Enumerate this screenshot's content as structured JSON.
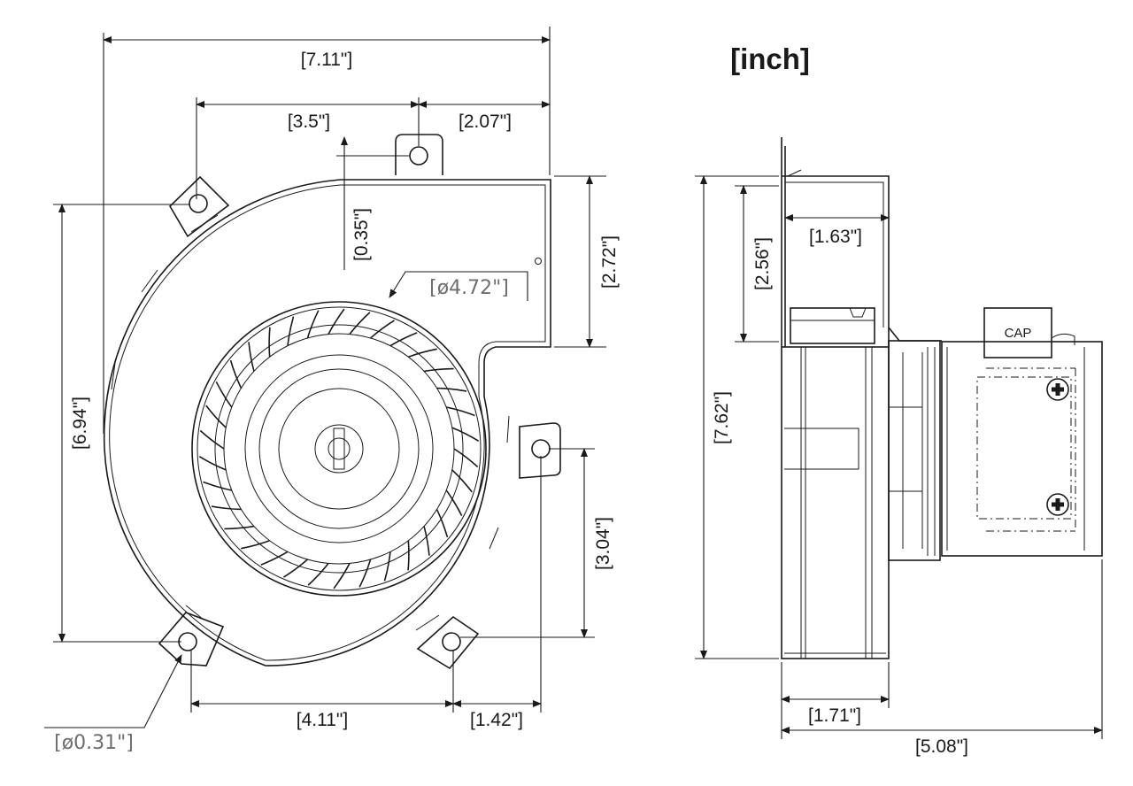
{
  "unit_label": "[inch]",
  "front_view": {
    "overall_width": "[7.11\"]",
    "mount_offset_left": "[3.5\"]",
    "mount_offset_right": "[2.07\"]",
    "tab_height": "[0.35\"]",
    "outlet_height": "[2.72\"]",
    "wheel_diameter": "[ø4.72\"]",
    "overall_height": "[6.94\"]",
    "lower_mount_height": "[3.04\"]",
    "bottom_span": "[4.11\"]",
    "bottom_right_span": "[1.42\"]",
    "hole_diameter": "[ø0.31\"]"
  },
  "side_view": {
    "overall_height": "[7.62\"]",
    "outlet_height": "[2.56\"]",
    "outlet_depth": "[1.63\"]",
    "housing_depth": "[1.71\"]",
    "overall_depth": "[5.08\"]",
    "capacitor_label": "CAP"
  }
}
